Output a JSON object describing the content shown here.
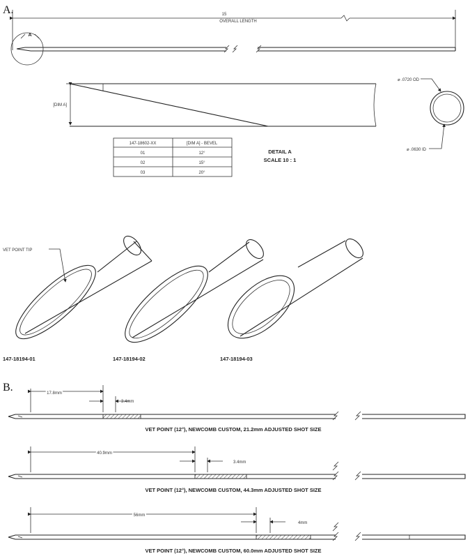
{
  "section_a": {
    "label": "A.",
    "overall_length_value": "15",
    "overall_length_label": "OVERALL LENGTH",
    "detail_marker": "A",
    "dim_a_label": "[DIM A]",
    "od_label": "⌀ .0720 OD",
    "id_label": "⌀ .0630 ID",
    "table": {
      "headers": [
        "147-18602-XX",
        "[DIM A] - BEVEL"
      ],
      "rows": [
        [
          "01",
          "12°"
        ],
        [
          "02",
          "15°"
        ],
        [
          "03",
          "20°"
        ]
      ]
    },
    "detail_title": "DETAIL A",
    "detail_scale": "SCALE 10 : 1",
    "tip_callout": "VET POINT TIP",
    "part_numbers": [
      "147-18194-01",
      "147-18194-02",
      "147-18194-03"
    ]
  },
  "section_b": {
    "label": "B.",
    "needles": [
      {
        "dim_long": "17.8mm",
        "dim_short": "3.4mm",
        "caption": "VET POINT (12°), NEWCOMB CUSTOM, 21.2mm ADJUSTED SHOT SIZE"
      },
      {
        "dim_long": "40.9mm",
        "dim_short": "3.4mm",
        "caption": "VET POINT (12°), NEWCOMB CUSTOM, 44.3mm ADJUSTED SHOT SIZE"
      },
      {
        "dim_long": "56mm",
        "dim_short": "4mm",
        "caption": "VET POINT (12°), NEWCOMB CUSTOM, 60.0mm ADJUSTED SHOT SIZE"
      }
    ]
  },
  "colors": {
    "line": "#222222",
    "hatch": "#444444",
    "background": "#ffffff"
  }
}
